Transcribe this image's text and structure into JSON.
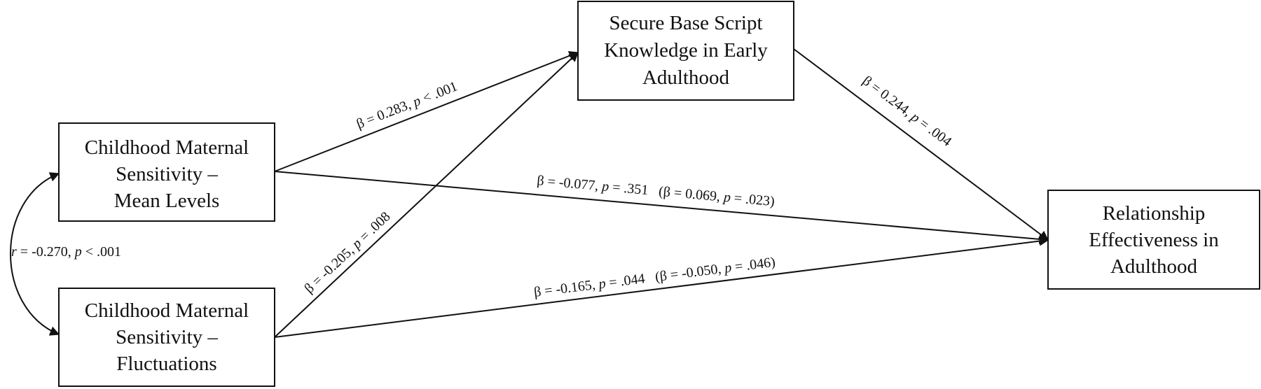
{
  "nodes": {
    "mean": {
      "lines": [
        "Childhood Maternal",
        "Sensitivity –",
        "Mean Levels"
      ]
    },
    "fluct": {
      "lines": [
        "Childhood Maternal",
        "Sensitivity –",
        "Fluctuations"
      ]
    },
    "sbs": {
      "lines": [
        "Secure Base Script",
        "Knowledge in Early",
        "Adulthood"
      ]
    },
    "rel": {
      "lines": [
        "Relationship",
        "Effectiveness in",
        "Adulthood"
      ]
    }
  },
  "edges": {
    "corr": {
      "stat1": "r",
      "v1": " = -0.270, ",
      "stat2": "p",
      "v2": " < .001"
    },
    "mean_sbs": {
      "sym": "β",
      "v1": " = 0.283, ",
      "stat2": "p",
      "v2": " < .001"
    },
    "fluct_sbs": {
      "sym": "β",
      "v1": " = -0.205, ",
      "stat2": "p",
      "v2": " = .008"
    },
    "sbs_rel": {
      "sym": "β",
      "v1": " = 0.244, ",
      "stat2": "p",
      "v2": " = .004"
    },
    "mean_rel": {
      "sym": "β",
      "v1": " = -0.077, ",
      "stat2": "p",
      "v2": " = .351",
      "ind_open": "   (β = 0.069, ",
      "ind_stat": "p",
      "ind_close": " = .023)"
    },
    "fluct_rel": {
      "sym": "β",
      "v1": " = -0.165, ",
      "stat2": "p",
      "v2": " = .044",
      "ind_open": "   (β = -0.050, ",
      "ind_stat": "p",
      "ind_close": " = .046)"
    }
  },
  "colors": {
    "ink": "#111111",
    "background": "#ffffff"
  }
}
